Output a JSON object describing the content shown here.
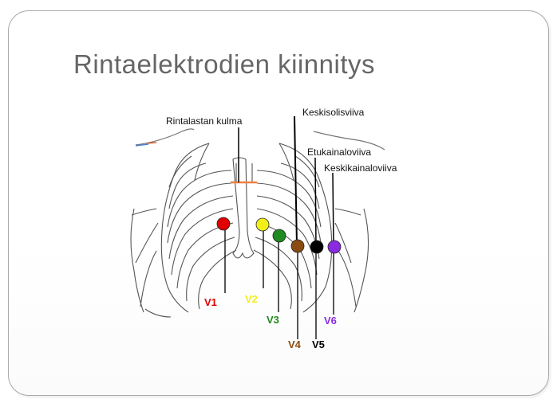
{
  "slide": {
    "title": "Rintaelektrodien kiinnitys"
  },
  "diagram": {
    "labels": {
      "sternal_angle": "Rintalastan kulma",
      "midclavicular": "Keskisolisviiva",
      "anterior_axillary": "Etukainaloviiva",
      "mid_axillary": "Keskikainaloviiva"
    },
    "electrodes": [
      {
        "label": "V1",
        "color": "#e00000"
      },
      {
        "label": "V2",
        "color": "#f2ee1a"
      },
      {
        "label": "V3",
        "color": "#1f8a1f"
      },
      {
        "label": "V4",
        "color": "#8a4b12"
      },
      {
        "label": "V5",
        "color": "#000000"
      },
      {
        "label": "V6",
        "color": "#8a2be2"
      }
    ],
    "colors": {
      "sternal_angle_line": "#f08040",
      "rib_stroke": "#555555"
    }
  }
}
